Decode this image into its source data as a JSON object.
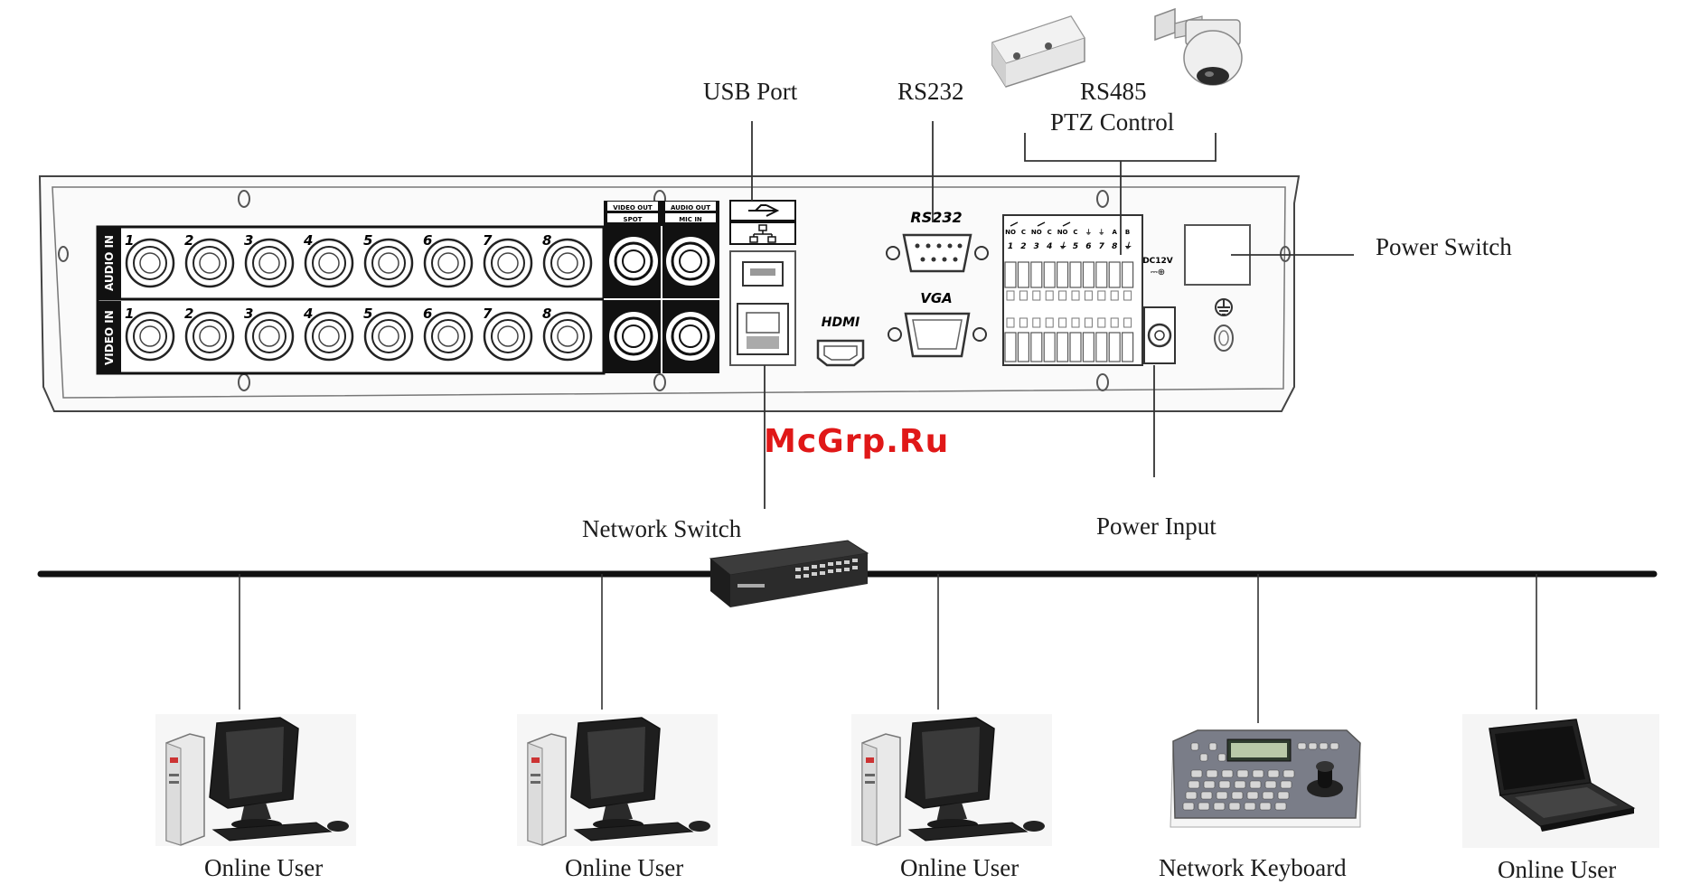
{
  "labels": {
    "usb_port": "USB Port",
    "rs232": "RS232",
    "rs485_line1": "RS485",
    "rs485_line2": "PTZ Control",
    "power_switch": "Power Switch",
    "network_switch": "Network Switch",
    "power_input": "Power Input"
  },
  "watermark": "McGrp.Ru",
  "panel": {
    "audio_in": "AUDIO IN",
    "video_in": "VIDEO IN",
    "channel_numbers": [
      "1",
      "2",
      "3",
      "4",
      "5",
      "6",
      "7",
      "8"
    ],
    "video_out": "VIDEO OUT",
    "audio_out": "AUDIO OUT",
    "spot": "SPOT",
    "mic_in": "MIC IN",
    "rs232": "RS232",
    "vga": "VGA",
    "hdmi": "HDMI",
    "dc12v": "DC12V",
    "alarm_top": [
      "NO",
      "C",
      "NO",
      "C",
      "NO",
      "C",
      "⏚",
      "⏚",
      "A",
      "B"
    ],
    "alarm_bottom": [
      "1",
      "2",
      "3",
      "4",
      "⏚",
      "5",
      "6",
      "7",
      "8",
      "⏚"
    ]
  },
  "clients": [
    {
      "label": "Online User",
      "icon": "desktop-pc-icon"
    },
    {
      "label": "Online User",
      "icon": "desktop-pc-icon"
    },
    {
      "label": "Online User",
      "icon": "desktop-pc-icon"
    },
    {
      "label": "Network Keyboard",
      "icon": "ptz-keyboard-icon"
    },
    {
      "label": "Online User",
      "icon": "laptop-icon"
    }
  ],
  "colors": {
    "watermark": "#e01818",
    "panel_black": "#111111",
    "panel_outline": "#555555"
  }
}
